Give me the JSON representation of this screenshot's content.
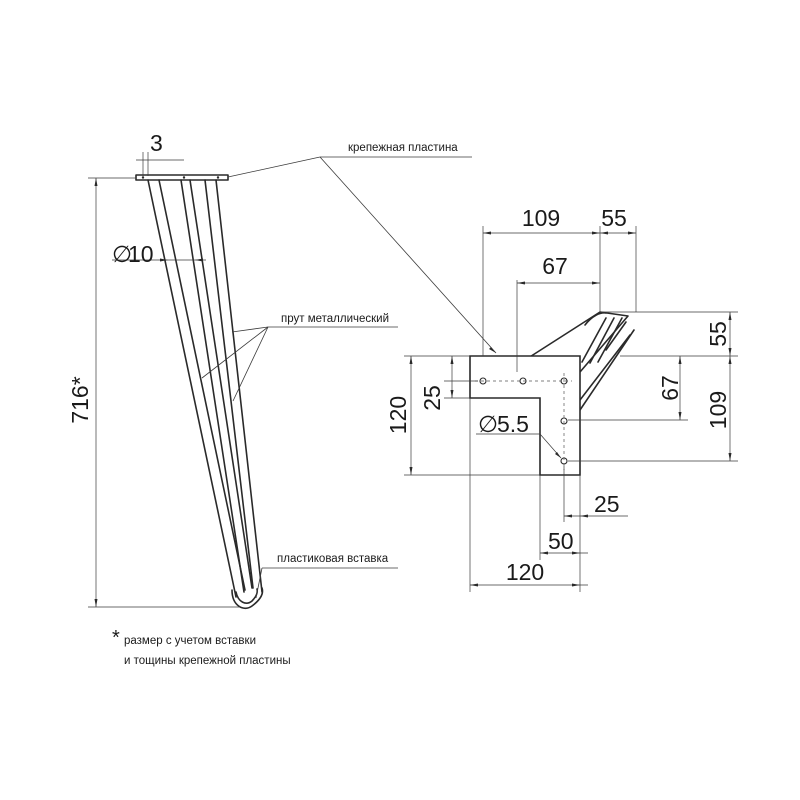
{
  "labels": {
    "mount_plate": "крепежная пластина",
    "metal_rod": "прут металлический",
    "plastic_insert": "пластиковая вставка",
    "footnote_star": "*",
    "footnote_line1": "размер с учетом вставки",
    "footnote_line2": "и тощины крепежной пластины"
  },
  "dimensions": {
    "side": {
      "plate_thickness": "3",
      "rod_diameter": "10",
      "total_height": "716*"
    },
    "plate": {
      "width_top": "109",
      "offset_top": "55",
      "hole_span_top": "67",
      "right_upper": "55",
      "right_middle": "67",
      "right_total": "109",
      "left_total": "120",
      "left_hole": "25",
      "hole_diameter": "5.5",
      "bottom_small": "25",
      "bottom_mid": "50",
      "bottom_total": "120"
    }
  },
  "symbols": {
    "diameter": "∅"
  },
  "colors": {
    "line": "#2a2a2a",
    "background": "#ffffff"
  }
}
